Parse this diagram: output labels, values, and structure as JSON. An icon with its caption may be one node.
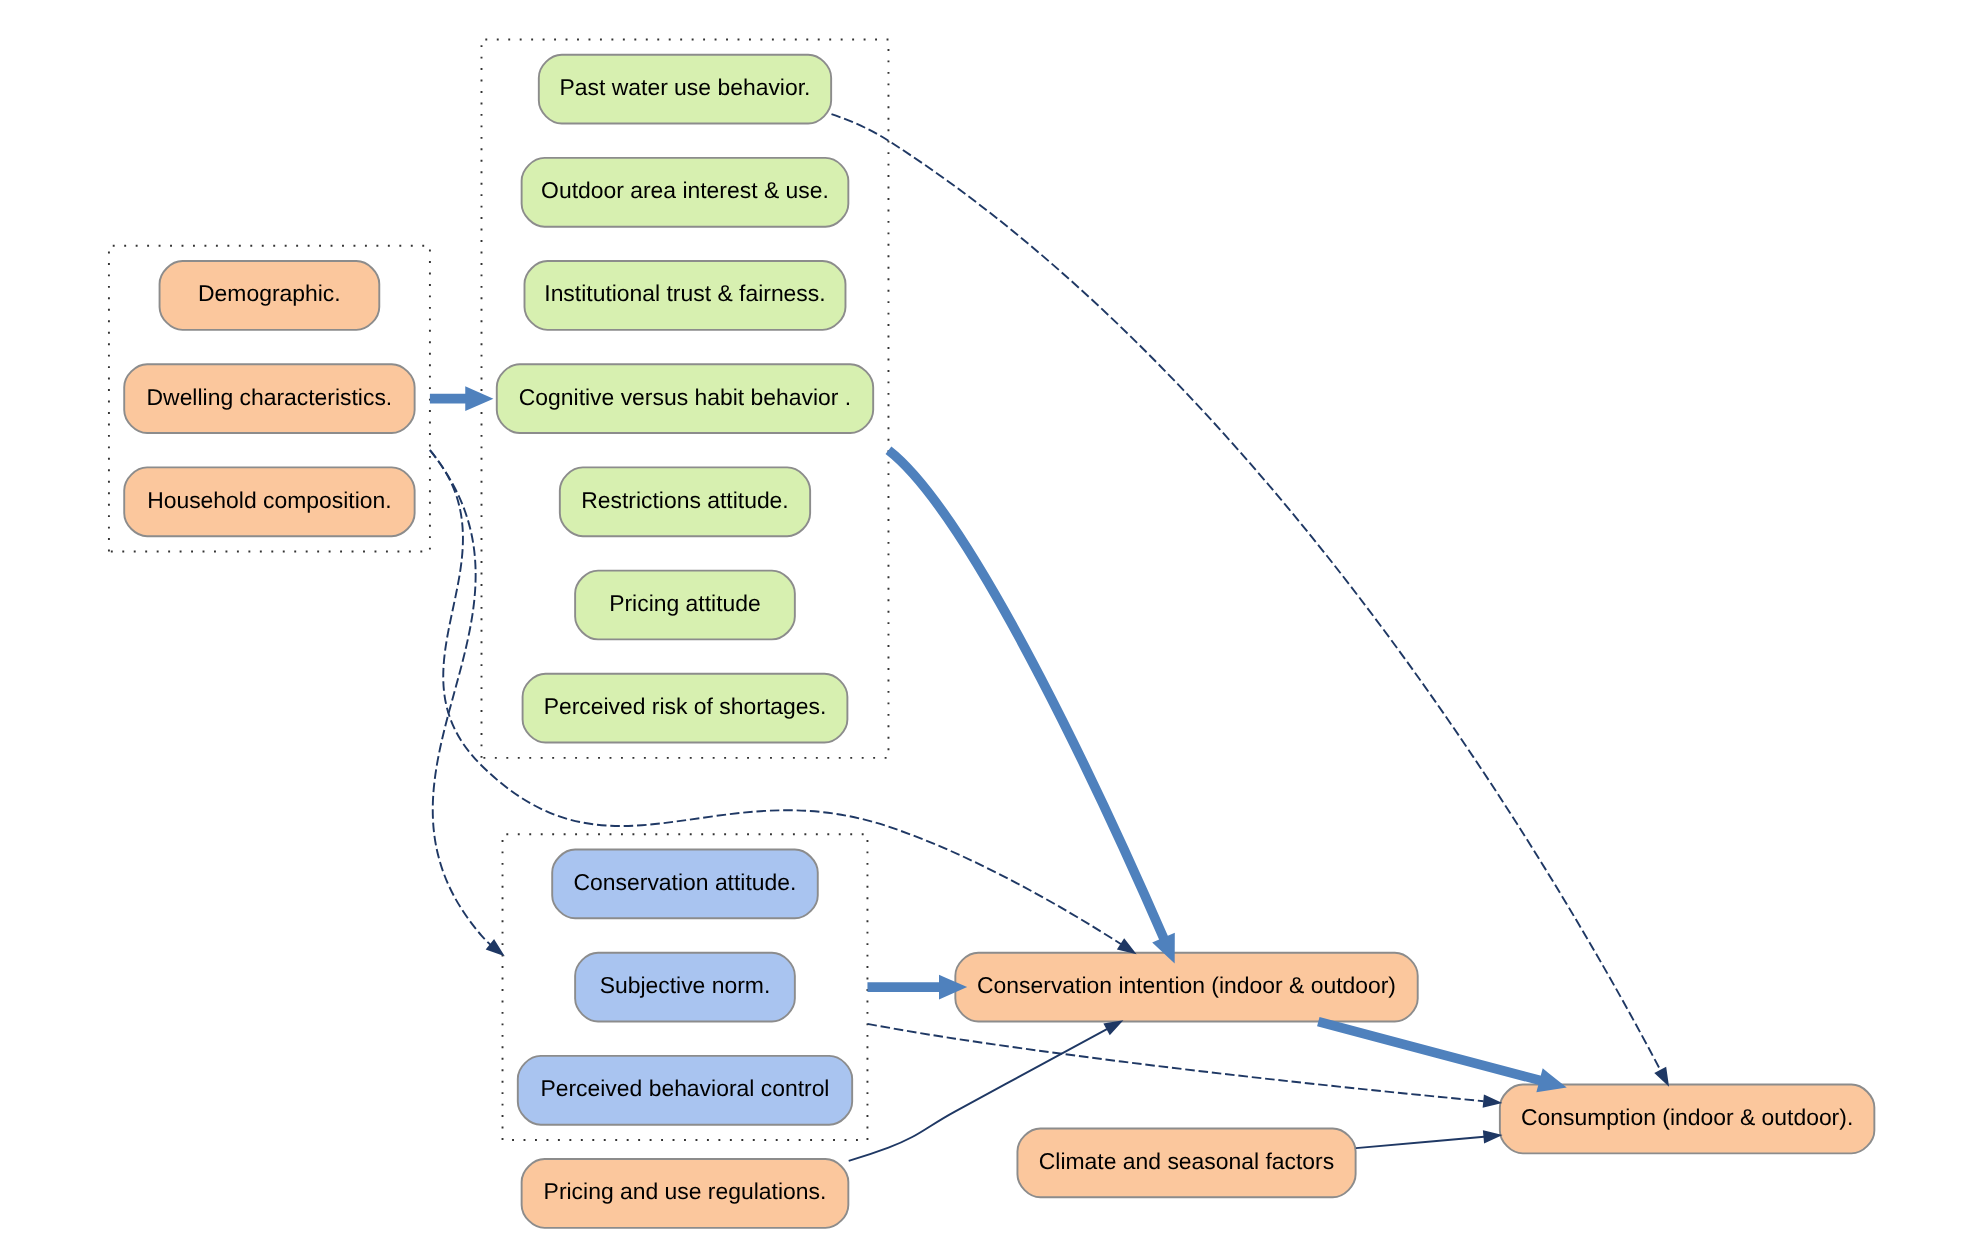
{
  "diagram": {
    "nodes": [
      {
        "text": [],
        "shape": "box"
      },
      {
        "text": [
          "Demographic."
        ],
        "in": 0
      },
      {
        "text": [
          "Dwelling characteristics."
        ],
        "in": 0
      },
      {
        "text": [
          "Household composition."
        ],
        "in": 0
      },
      {
        "text": [],
        "shape": "box"
      },
      {
        "text": [
          "Past water use behavior."
        ],
        "in": 4
      },
      {
        "text": [
          "Outdoor area interest & use."
        ],
        "in": 4
      },
      {
        "text": [
          "Institutional trust & fairness."
        ],
        "in": 4
      },
      {
        "text": [
          "Cognitive versus habit behavior ."
        ],
        "in": 4
      },
      {
        "text": [
          "Restrictions attitude."
        ],
        "in": 4
      },
      {
        "text": [
          "Pricing attitude"
        ],
        "in": 4
      },
      {
        "text": [
          "Perceived risk of shortages."
        ],
        "in": 4
      },
      {
        "text": [
          "Pricing and use regulations."
        ]
      },
      {
        "text": [
          "Climate and seasonal factors"
        ]
      },
      {
        "text": [
          "Conservation intention (indoor & outdoor)"
        ]
      },
      {
        "text": [
          "Consumption (indoor & outdoor)."
        ]
      },
      {
        "text": [],
        "shape": "box"
      },
      {
        "text": [
          "Conservation attitude."
        ],
        "in": 16
      },
      {
        "text": [
          "Subjective norm."
        ],
        "in": 16
      },
      {
        "text": [
          "Perceived behavioral control"
        ],
        "in": 16
      }
    ],
    "edges": [
      {
        "from": 0,
        "to": 4,
        "arrow": "to",
        "style": "thick",
        "color": "#4f81bd"
      },
      {
        "from": 4,
        "to": 14,
        "arrow": "to",
        "style": "thick",
        "color": "#4f81bd"
      },
      {
        "from": 14,
        "to": 15,
        "arrow": "to",
        "style": "thick",
        "color": "#4f81bd"
      },
      {
        "from": 16,
        "to": 14,
        "arrow": "to",
        "style": "thick",
        "color": "#4f81bd"
      },
      {
        "from": 12,
        "to": 14,
        "arrow": "to"
      },
      {
        "from": 13,
        "to": 15,
        "arrow": "to"
      },
      {
        "from": 0,
        "to": 14,
        "arrow": "to",
        "style": "dashed"
      },
      {
        "from": 5,
        "to": 15,
        "arrow": "to",
        "style": "dashed"
      },
      {
        "from": 0,
        "to": 16,
        "arrow": "to",
        "style": "dashed"
      },
      {
        "from": 16,
        "to": 15,
        "arrow": "to",
        "style": "dashed"
      }
    ]
  }
}
